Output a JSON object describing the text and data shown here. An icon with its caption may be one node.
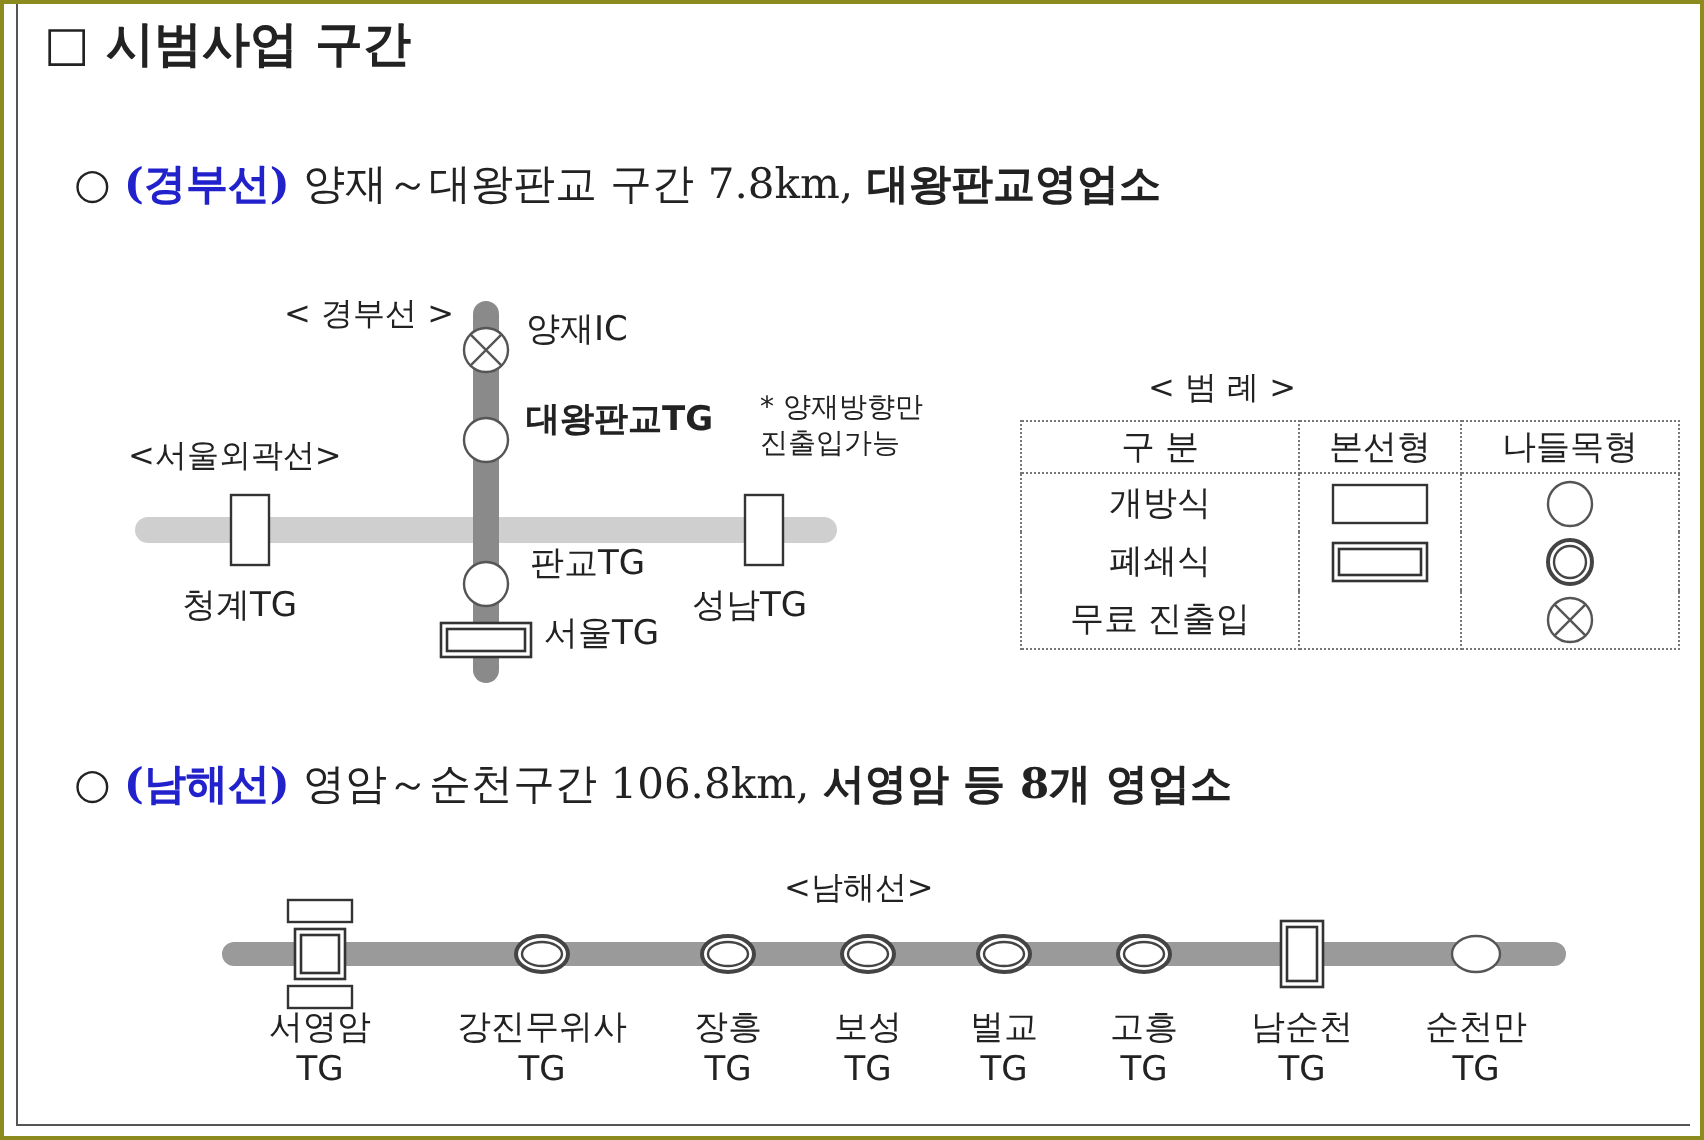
{
  "diagram": {
    "title": "□ 시범사업 구간",
    "nodes": [
      {
        "text": [
          "양재IC"
        ]
      },
      {
        "text": [
          "대왕판교TG"
        ]
      },
      {
        "text": [
          "판교TG"
        ]
      },
      {
        "text": [
          "서울TG"
        ]
      },
      {
        "text": [
          "청계TG"
        ]
      },
      {
        "text": [
          "성남TG"
        ]
      },
      {
        "text": [
          "서영암 TG"
        ]
      },
      {
        "text": [
          "강진무위사 TG"
        ]
      },
      {
        "text": [
          "장흥 TG"
        ]
      },
      {
        "text": [
          "보성 TG"
        ]
      },
      {
        "text": [
          "벌교 TG"
        ]
      },
      {
        "text": [
          "고흥 TG"
        ]
      },
      {
        "text": [
          "남순천 TG"
        ]
      },
      {
        "text": [
          "순천만 TG"
        ]
      }
    ],
    "labels": [
      "○ **(경부선)** 양재～대왕판교 구간 7.8km, **대왕판교영업소**",
      "< 경부선 >",
      "<서울외곽선>",
      "* 양재방향만 진출입가능",
      "< 범 례 >",
      "구 분",
      "본선형",
      "나들목형",
      "○ **(남해선)** 영암～순천구간 106.8km, **서영암 등 8개 영업소**",
      "<남해선>"
    ],
    "legend": [
      {
        "text": "개방식"
      },
      {
        "text": "폐쇄식"
      },
      {
        "text": "무료 진출입"
      }
    ]
  }
}
